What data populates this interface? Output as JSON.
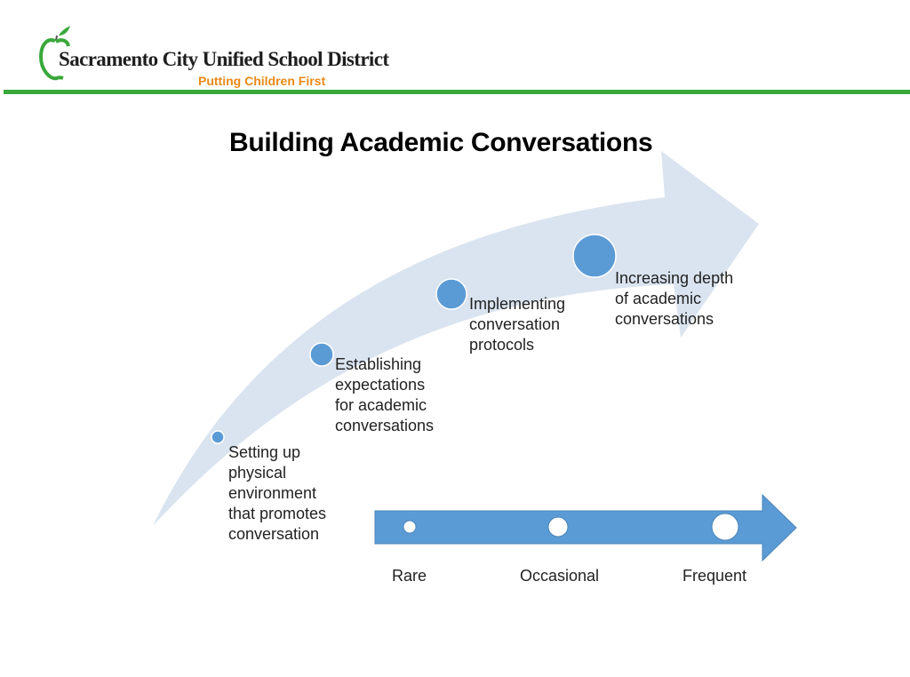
{
  "header": {
    "district_name": "Sacramento City Unified School District",
    "tagline": "Putting Children First"
  },
  "title": "Building Academic Conversations",
  "stages": [
    "Setting up physical environment that promotes conversation",
    "Establishing expectations for academic conversations",
    "Implementing conversation protocols",
    "Increasing depth of academic conversations"
  ],
  "frequency_scale": [
    "Rare",
    "Occasional",
    "Frequent"
  ],
  "colors": {
    "brand_green": "#3aa83a",
    "tagline_orange": "#e98a17",
    "curved_arrow": "#dae4f0",
    "dot_fill": "#5b9bd5",
    "scale_arrow": "#5b9bd5"
  }
}
